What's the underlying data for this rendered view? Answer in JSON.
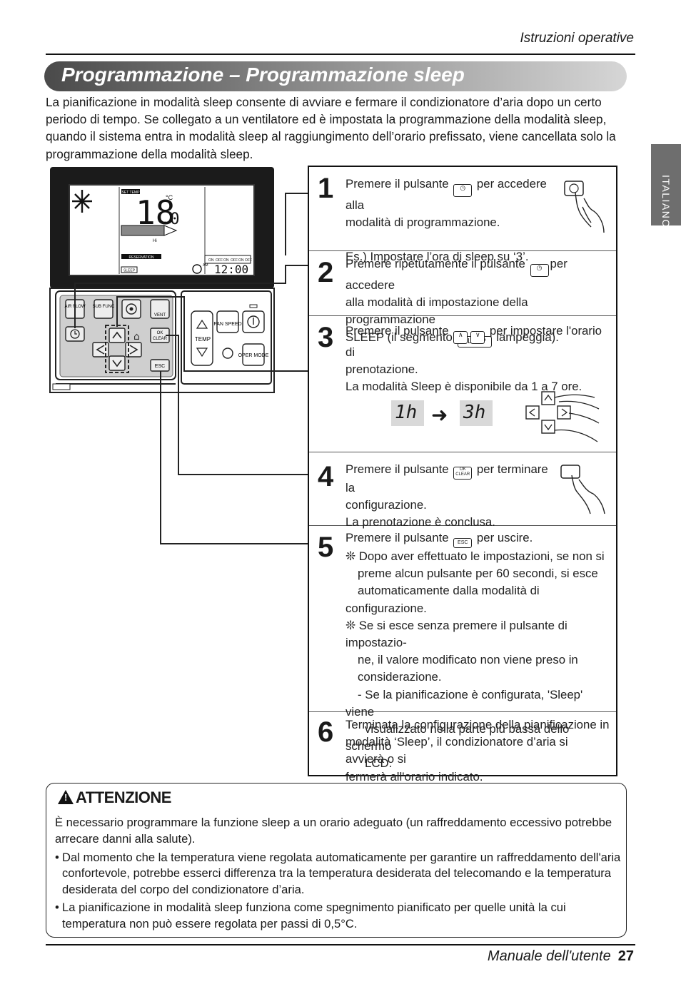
{
  "header": {
    "label": "Istruzioni operative"
  },
  "title": "Programmazione – Programmazione sleep",
  "intro": "La pianificazione in modalità sleep consente di avviare e fermare il condizionatore d’aria dopo un certo periodo di tempo. Se collegato a un ventilatore ed è impostata la programmazione della modalità sleep, quando il sistema entra in modalità sleep al raggiungimento dell’orario prefissato, viene cancellata solo la programmazione della modalità sleep.",
  "side_tab": "ITALIANO",
  "remote": {
    "lcd": {
      "set_temp": "SET TEMP",
      "temp": "18",
      "decimal": ".0",
      "unit": "°C",
      "hi": "Hi",
      "reservation": "RESERVATION",
      "sleep": "SLEEP",
      "am": "AM",
      "clock": "12:00",
      "timer_labels": [
        "ON",
        "OFF",
        "ON",
        "OFF",
        "ON",
        "OFF"
      ]
    },
    "buttons": {
      "air_flow": "AIR FLOW",
      "sub_func": "SUB FUNC",
      "vent": "VENT",
      "ok_clear": "OK CLEAR",
      "esc": "ESC",
      "fan_speed": "FAN SPEED",
      "temp": "TEMP",
      "oper_mode": "OPER MODE"
    }
  },
  "steps": [
    {
      "num": "1",
      "lines": [
        "Premere il pulsante",
        "per accedere alla",
        "modalità di programmazione.",
        "Es.) Impostare l’ora di sleep su ‘3’."
      ]
    },
    {
      "num": "2",
      "lines": [
        "Premere ripetutamente il pulsante",
        "per accedere",
        "alla modalità di impostazione della programmazione",
        "SLEEP (il segmento",
        "lampeggia)."
      ]
    },
    {
      "num": "3",
      "lines": [
        "Premere il pulsante",
        "per impostare l'orario di",
        "prenotazione.",
        "La modalità Sleep è disponibile da 1 a 7 ore."
      ],
      "from": "1h",
      "to": "3h"
    },
    {
      "num": "4",
      "lines": [
        "Premere il pulsante",
        "per terminare la",
        "configurazione.",
        "La prenotazione è conclusa."
      ]
    },
    {
      "num": "5",
      "lines": [
        "Premere il pulsante",
        "per uscire.",
        "❊ Dopo aver effettuato le impostazioni, se non si",
        "preme alcun pulsante per 60 secondi, si esce",
        "automaticamente dalla modalità di configurazione.",
        "❊ Se si esce senza premere il pulsante di impostazio-",
        "ne, il valore modificato non viene preso in",
        "considerazione.",
        "- Se la pianificazione è configurata, 'Sleep' viene",
        "visualizzato nella parte più bassa dello schermo",
        "LCD."
      ]
    },
    {
      "num": "6",
      "lines": [
        "Terminata la configurazione della pianificazione in",
        "modalità ‘Sleep’, il condizionatore d’aria si avvierà o si",
        "fermerà all'orario indicato."
      ]
    }
  ],
  "btn_labels": {
    "sleep": "SLEEP",
    "ok": "OK",
    "clear": "CLEAR",
    "esc": "ESC"
  },
  "caution": {
    "title": "ATTENZIONE",
    "para": "È necessario programmare la funzione sleep a un orario adeguato (un raffreddamento eccessivo potrebbe arrecare danni alla salute).",
    "bullets": [
      "Dal momento che la temperatura viene regolata automaticamente per garantire un raffreddamento dell'aria confortevole, potrebbe esserci differenza tra la temperatura desiderata del telecomando e la temperatura desiderata del corpo del condizionatore d’aria.",
      "La pianificazione in modalità sleep funziona come spegnimento pianificato per quelle unità la cui temperatura non può essere regolata per passi di 0,5°C."
    ]
  },
  "footer": {
    "label": "Manuale dell'utente",
    "page": "27"
  }
}
